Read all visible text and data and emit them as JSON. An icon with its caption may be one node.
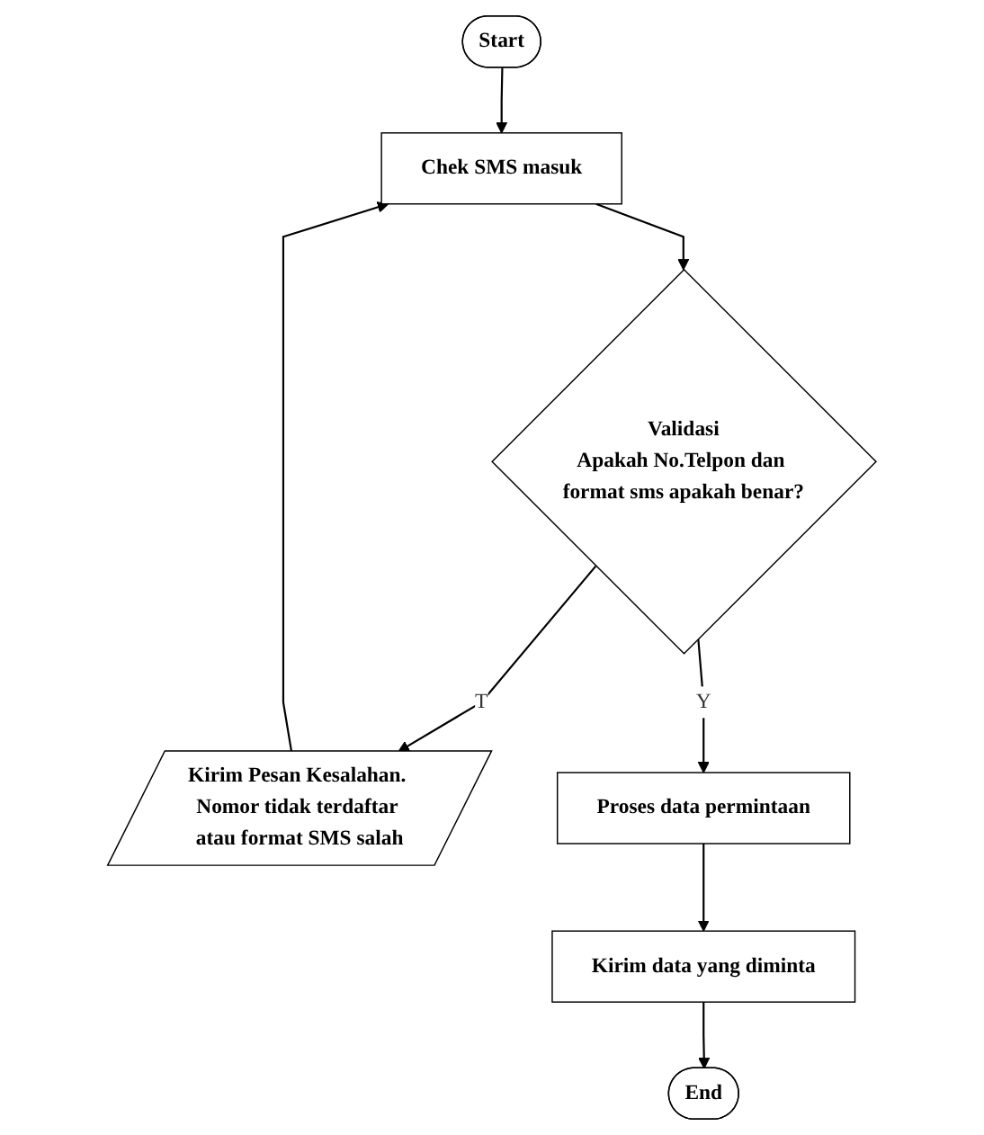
{
  "diagram": {
    "nodes": [
      {
        "text": [
          "Start"
        ]
      },
      {
        "text": [
          "Chek SMS masuk"
        ]
      },
      {
        "text": [
          "Validasi",
          "Apakah No.Telpon dan format sms apakah benar?"
        ]
      },
      {
        "text": [
          "Kirim Pesan Kesalahan. Nomor tidak terdaftar atau format SMS salah"
        ]
      },
      {
        "text": [
          "Proses data permintaan"
        ]
      },
      {
        "text": [
          "Kirim data yang diminta"
        ]
      },
      {
        "text": [
          "End"
        ]
      }
    ],
    "edges": [
      {
        "from": 0,
        "to": 1,
        "arrow": "to"
      },
      {
        "from": 1,
        "to": 2,
        "arrow": "to"
      },
      {
        "from": 2,
        "to": 3,
        "arrow": "to",
        "label": "T"
      },
      {
        "from": 3,
        "to": 1,
        "arrow": "to"
      },
      {
        "from": 2,
        "to": 4,
        "arrow": "to",
        "label": "Y"
      },
      {
        "from": 4,
        "to": 5,
        "arrow": "to"
      },
      {
        "from": 5,
        "to": 6,
        "arrow": "to"
      }
    ]
  }
}
